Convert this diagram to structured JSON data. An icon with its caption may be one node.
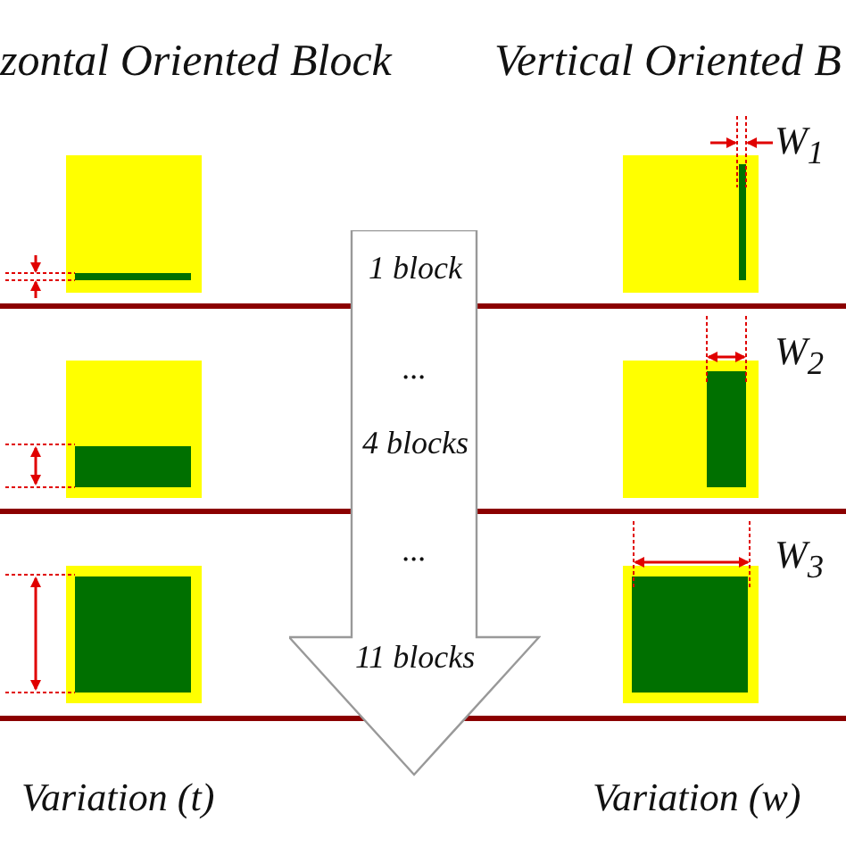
{
  "diagram": {
    "nodes": [
      {
        "text": [
          "1 block",
          "...",
          "4 blocks",
          "...",
          "11 blocks"
        ]
      }
    ],
    "edges": [],
    "labels": [
      "zontal Oriented Block",
      "Vertical Oriented B",
      "W$_{1}$",
      "W$_{2}$",
      "W$_{3}$",
      "Variation (t)",
      "Variation (w)"
    ]
  }
}
